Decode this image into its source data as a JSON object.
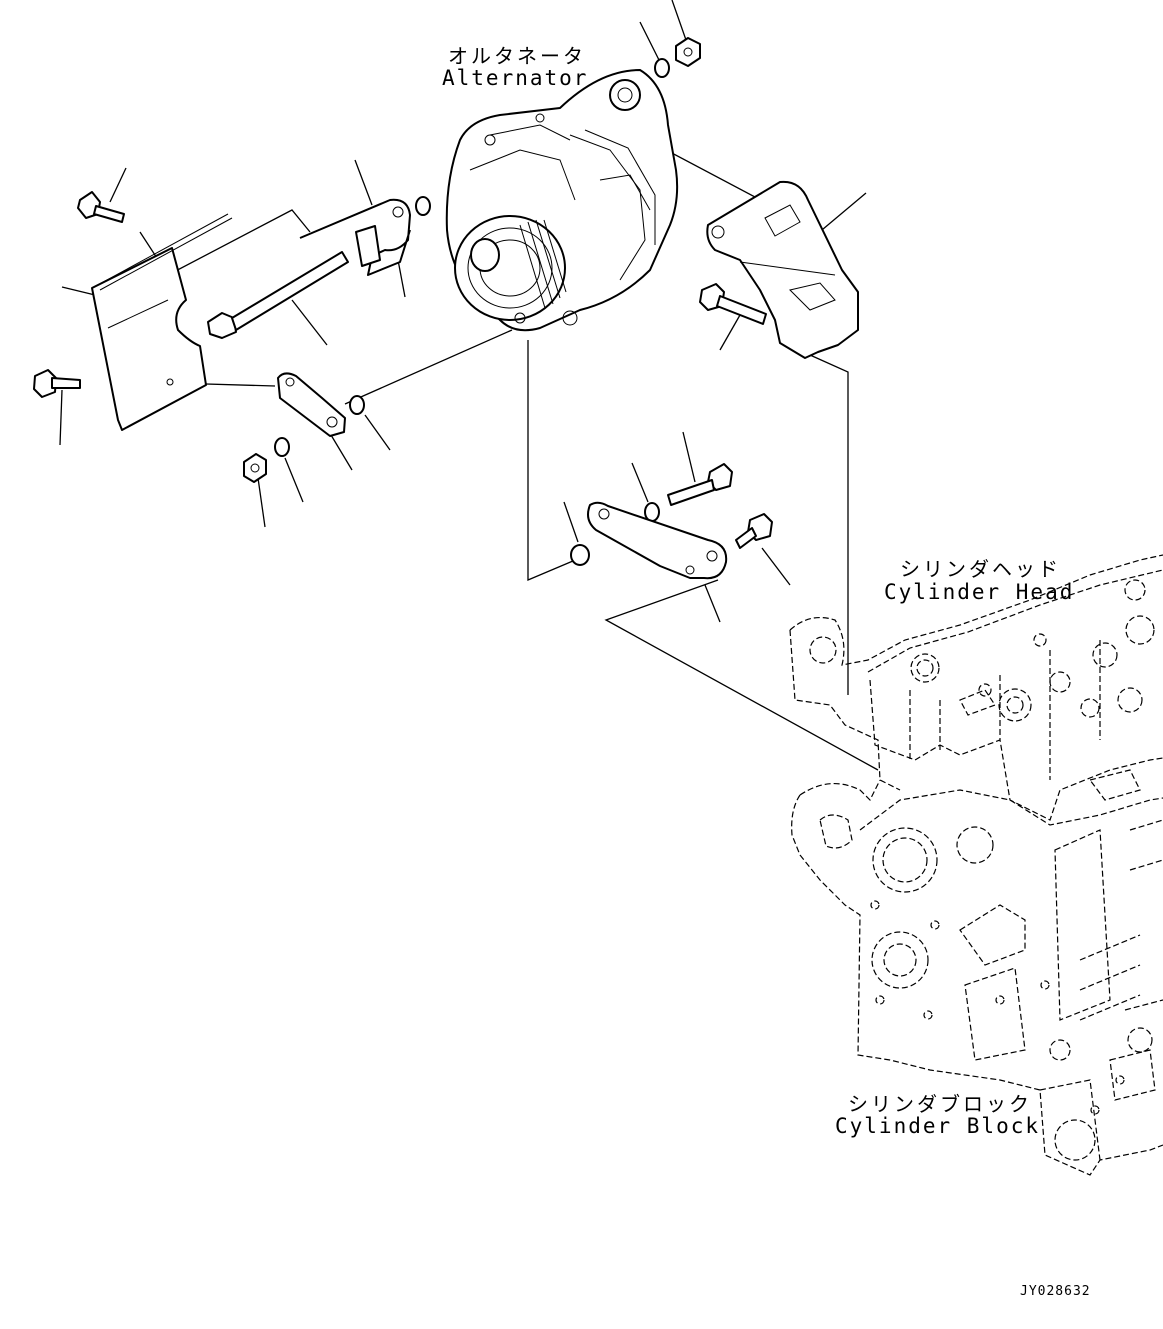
{
  "labels": {
    "alternator": {
      "jp": "オルタネータ",
      "en": "Alternator"
    },
    "cylinder_head": {
      "jp": "シリンダヘッド",
      "en": "Cylinder Head"
    },
    "cylinder_block": {
      "jp": "シリンダブロック",
      "en": "Cylinder Block"
    }
  },
  "drawing_code": "JY028632"
}
